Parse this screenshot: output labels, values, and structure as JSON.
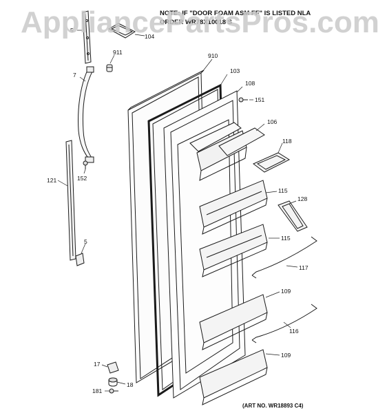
{
  "watermark": "AppliancePartsPros.com",
  "note": {
    "line1": "NOTE: IF \"DOOR FOAM ASM FF\" IS LISTED NLA",
    "line2": "ORDER WR78X10018 S"
  },
  "art_number": "(ART NO. WR18893 C4)",
  "callouts": {
    "c5a": "5",
    "c104": "104",
    "c911": "911",
    "c7": "7",
    "c910": "910",
    "c103": "103",
    "c108": "108",
    "c151": "151",
    "c106": "106",
    "c118": "118",
    "c152": "152",
    "c121": "121",
    "c115a": "115",
    "c128": "128",
    "c115b": "115",
    "c5b": "5",
    "c117": "117",
    "c109a": "109",
    "c116": "116",
    "c109b": "109",
    "c17": "17",
    "c18": "18",
    "c181": "181"
  },
  "colors": {
    "line": "#1a1a1a",
    "watermark": "#c9c9c9"
  }
}
